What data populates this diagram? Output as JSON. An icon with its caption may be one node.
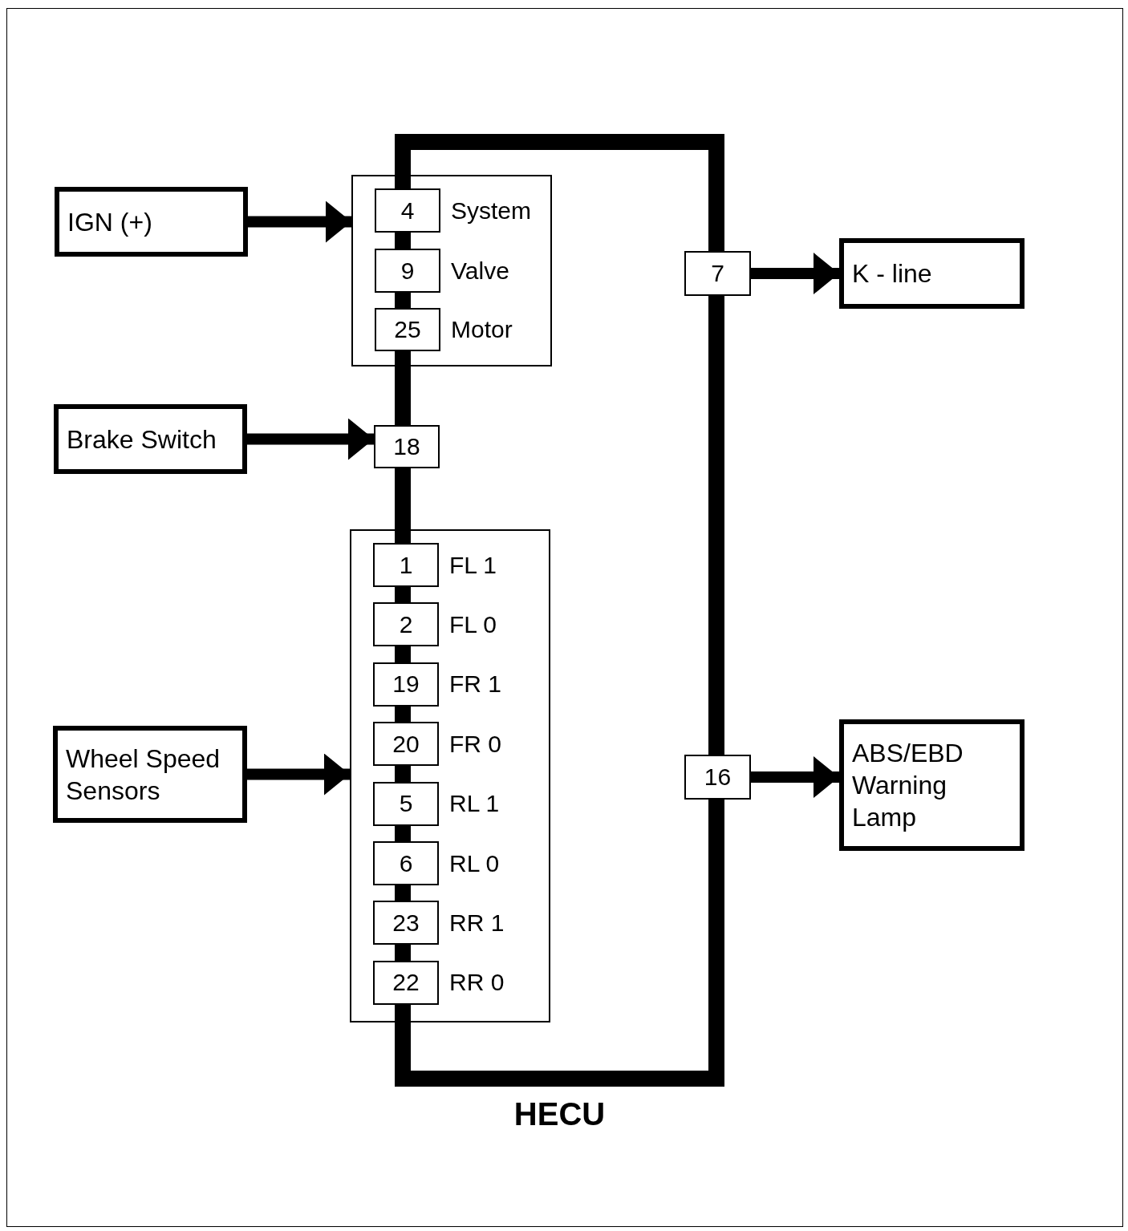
{
  "diagram": {
    "nodes": [
      {
        "text": [
          "IGN (+)"
        ]
      },
      {
        "text": [
          "Brake Switch"
        ]
      },
      {
        "text": [
          "Wheel Speed Sensors"
        ]
      },
      {
        "text": [
          "K - line"
        ]
      },
      {
        "text": [
          "ABS/EBD Warning Lamp"
        ]
      },
      {
        "text": [
          "HECU"
        ]
      },
      {
        "text": [],
        "shape": "box"
      },
      {
        "text": [
          "4"
        ],
        "in": 6,
        "beside": [
          "System"
        ]
      },
      {
        "text": [
          "9"
        ],
        "in": 6,
        "beside": [
          "Valve"
        ]
      },
      {
        "text": [
          "25"
        ],
        "in": 6,
        "beside": [
          "Motor"
        ]
      },
      {
        "text": [
          "18"
        ]
      },
      {
        "text": [],
        "shape": "box"
      },
      {
        "text": [
          "1"
        ],
        "in": 11,
        "beside": [
          "FL 1"
        ]
      },
      {
        "text": [
          "2"
        ],
        "in": 11,
        "beside": [
          "FL 0"
        ]
      },
      {
        "text": [
          "19"
        ],
        "in": 11,
        "beside": [
          "FR 1"
        ]
      },
      {
        "text": [
          "20"
        ],
        "in": 11,
        "beside": [
          "FR 0"
        ]
      },
      {
        "text": [
          "5"
        ],
        "in": 11,
        "beside": [
          "RL 1"
        ]
      },
      {
        "text": [
          "6"
        ],
        "in": 11,
        "beside": [
          "RL 0"
        ]
      },
      {
        "text": [
          "23"
        ],
        "in": 11,
        "beside": [
          "RR 1"
        ]
      },
      {
        "text": [
          "22"
        ],
        "in": 11,
        "beside": [
          "RR 0"
        ]
      },
      {
        "text": [
          "7"
        ]
      },
      {
        "text": [
          "16"
        ]
      }
    ],
    "edges": [
      {
        "from": 0,
        "to": 6,
        "arrow": "to"
      },
      {
        "from": 1,
        "to": 10,
        "arrow": "to"
      },
      {
        "from": 2,
        "to": 11,
        "arrow": "to"
      },
      {
        "from": 20,
        "to": 3,
        "arrow": "to"
      },
      {
        "from": 21,
        "to": 4,
        "arrow": "to"
      }
    ]
  }
}
